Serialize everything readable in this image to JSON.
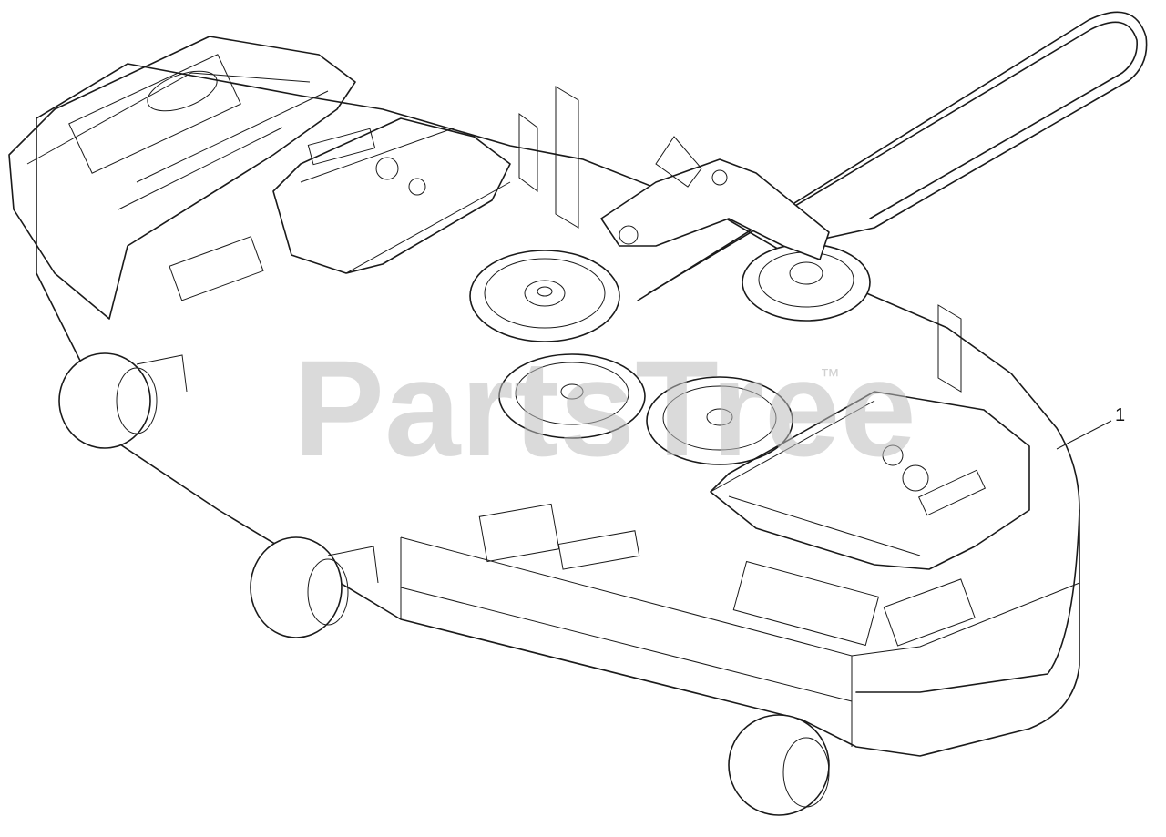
{
  "diagram": {
    "callouts": [
      {
        "id": "1",
        "label": "1"
      }
    ],
    "watermark": {
      "text": "PartsTree",
      "trademark": "™"
    },
    "colors": {
      "line": "#1a1a1a",
      "watermark": "#bdbdbd",
      "background": "#ffffff"
    }
  }
}
